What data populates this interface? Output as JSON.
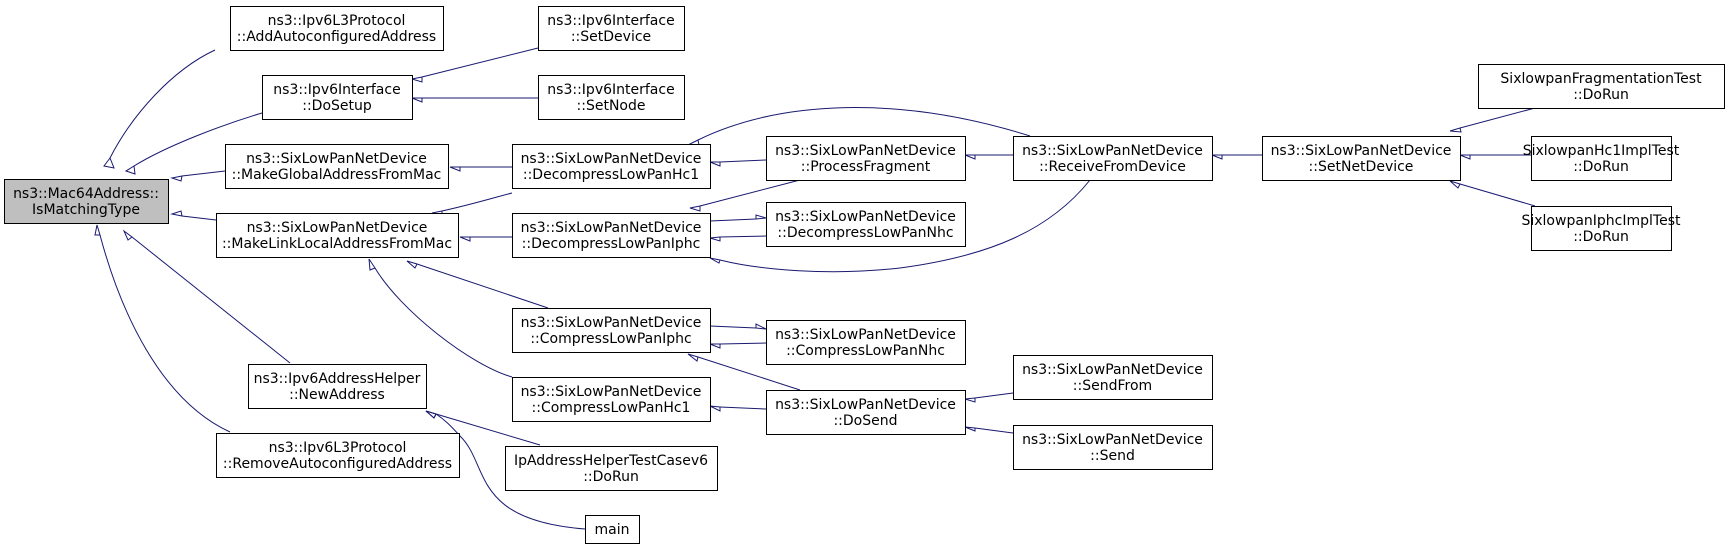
{
  "graph": {
    "edge_color": "#191970",
    "root_fill": "#bfbfbf",
    "node_fill": "#ffffff",
    "nodes": [
      {
        "id": "root",
        "lines": [
          "ns3::Mac64Address::",
          "IsMatchingType"
        ],
        "root": true
      },
      {
        "id": "addauto",
        "lines": [
          "ns3::Ipv6L3Protocol",
          "::AddAutoconfiguredAddress"
        ]
      },
      {
        "id": "dosetup",
        "lines": [
          "ns3::Ipv6Interface",
          "::DoSetup"
        ]
      },
      {
        "id": "setdevice",
        "lines": [
          "ns3::Ipv6Interface",
          "::SetDevice"
        ]
      },
      {
        "id": "setnode",
        "lines": [
          "ns3::Ipv6Interface",
          "::SetNode"
        ]
      },
      {
        "id": "makeglobal",
        "lines": [
          "ns3::SixLowPanNetDevice",
          "::MakeGlobalAddressFromMac"
        ]
      },
      {
        "id": "makelinklocal",
        "lines": [
          "ns3::SixLowPanNetDevice",
          "::MakeLinkLocalAddressFromMac"
        ]
      },
      {
        "id": "newaddress",
        "lines": [
          "ns3::Ipv6AddressHelper",
          "::NewAddress"
        ]
      },
      {
        "id": "removeauto",
        "lines": [
          "ns3::Ipv6L3Protocol",
          "::RemoveAutoconfiguredAddress"
        ]
      },
      {
        "id": "dechc1",
        "lines": [
          "ns3::SixLowPanNetDevice",
          "::DecompressLowPanHc1"
        ]
      },
      {
        "id": "deciphc",
        "lines": [
          "ns3::SixLowPanNetDevice",
          "::DecompressLowPanIphc"
        ]
      },
      {
        "id": "compiphc",
        "lines": [
          "ns3::SixLowPanNetDevice",
          "::CompressLowPanIphc"
        ]
      },
      {
        "id": "comphc1",
        "lines": [
          "ns3::SixLowPanNetDevice",
          "::CompressLowPanHc1"
        ]
      },
      {
        "id": "iphelpertest",
        "lines": [
          "IpAddressHelperTestCasev6",
          "::DoRun"
        ]
      },
      {
        "id": "main",
        "lines": [
          "main"
        ]
      },
      {
        "id": "procfrag",
        "lines": [
          "ns3::SixLowPanNetDevice",
          "::ProcessFragment"
        ]
      },
      {
        "id": "decnhc",
        "lines": [
          "ns3::SixLowPanNetDevice",
          "::DecompressLowPanNhc"
        ]
      },
      {
        "id": "compnhc",
        "lines": [
          "ns3::SixLowPanNetDevice",
          "::CompressLowPanNhc"
        ]
      },
      {
        "id": "dosend",
        "lines": [
          "ns3::SixLowPanNetDevice",
          "::DoSend"
        ]
      },
      {
        "id": "recvdev",
        "lines": [
          "ns3::SixLowPanNetDevice",
          "::ReceiveFromDevice"
        ]
      },
      {
        "id": "sendfrom",
        "lines": [
          "ns3::SixLowPanNetDevice",
          "::SendFrom"
        ]
      },
      {
        "id": "send",
        "lines": [
          "ns3::SixLowPanNetDevice",
          "::Send"
        ]
      },
      {
        "id": "setnetdev",
        "lines": [
          "ns3::SixLowPanNetDevice",
          "::SetNetDevice"
        ]
      },
      {
        "id": "fragtest",
        "lines": [
          "SixlowpanFragmentationTest",
          "::DoRun"
        ]
      },
      {
        "id": "hc1test",
        "lines": [
          "SixlowpanHc1ImplTest",
          "::DoRun"
        ]
      },
      {
        "id": "iphctest",
        "lines": [
          "SixlowpanIphcImplTest",
          "::DoRun"
        ]
      }
    ]
  }
}
